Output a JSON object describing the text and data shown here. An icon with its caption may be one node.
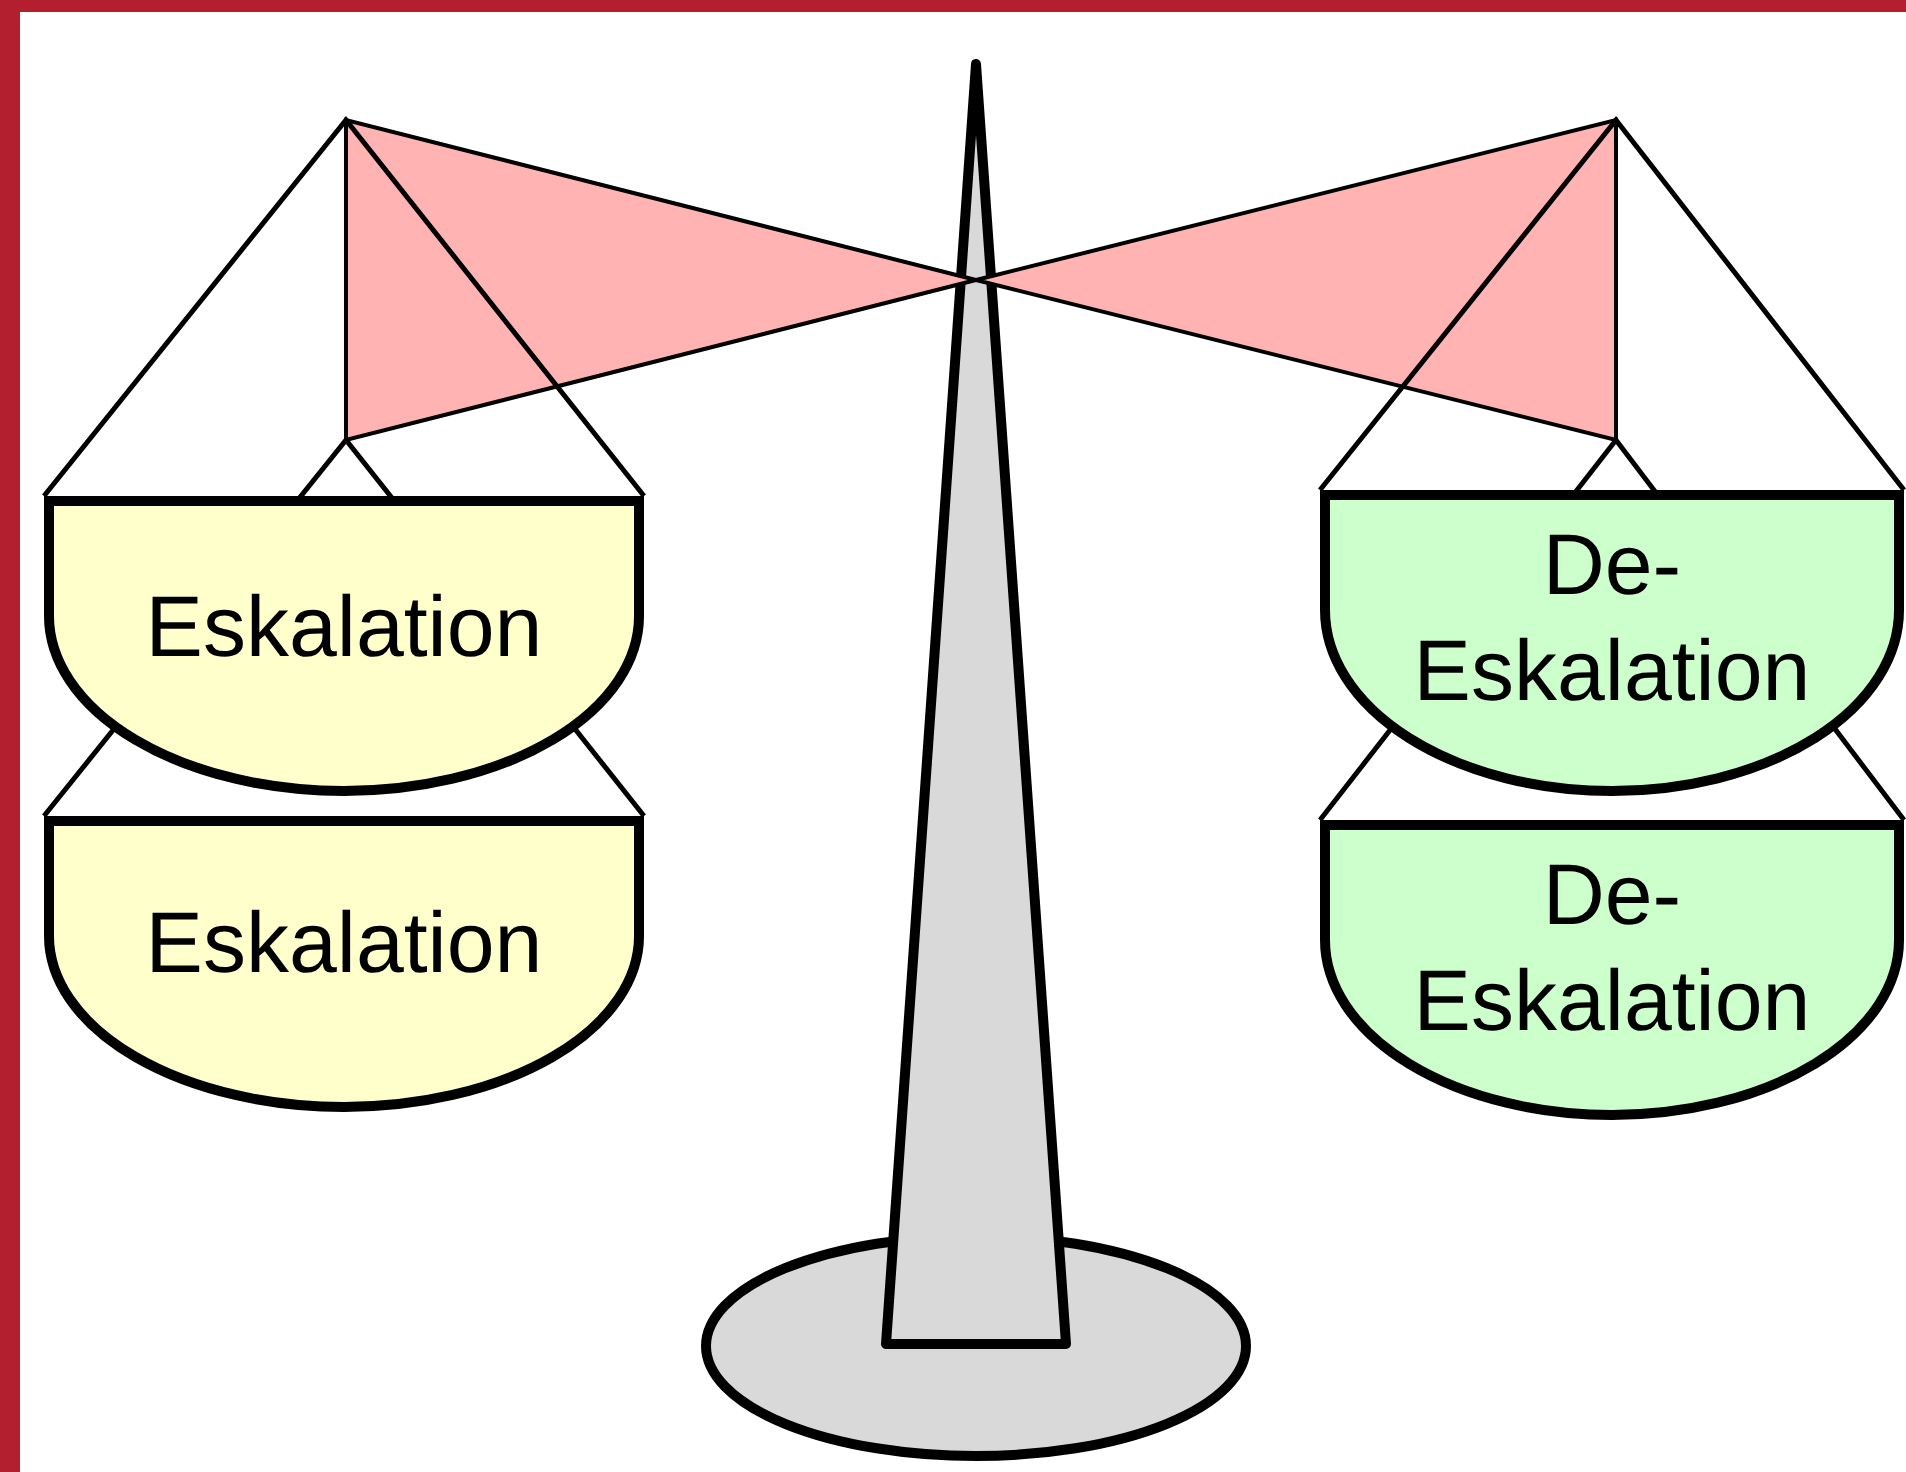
{
  "diagram": {
    "nodes": [
      {
        "text": [
          "Eskalation"
        ]
      },
      {
        "text": [
          "Eskalation"
        ]
      },
      {
        "text": [
          "De- Eskalation"
        ]
      },
      {
        "text": [
          "De- Eskalation"
        ]
      }
    ]
  }
}
